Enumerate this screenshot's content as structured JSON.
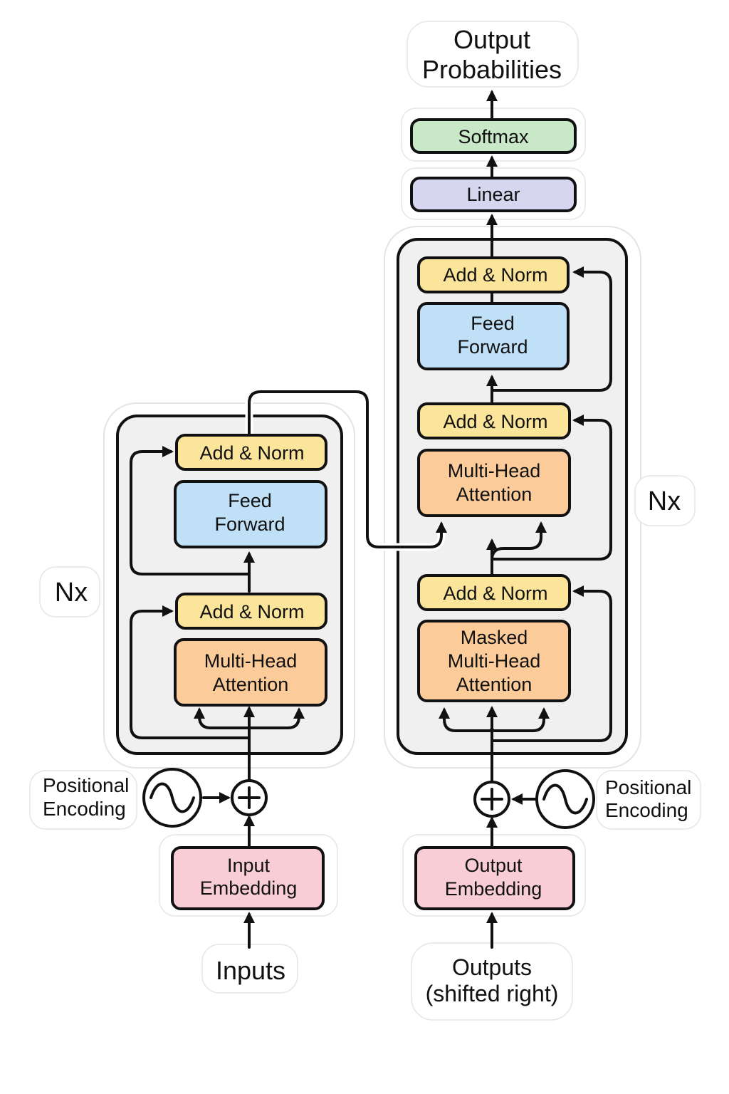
{
  "output": {
    "title_line1": "Output",
    "title_line2": "Probabilities"
  },
  "decoder_head": {
    "softmax": "Softmax",
    "linear": "Linear"
  },
  "decoder": {
    "add_norm_top": "Add & Norm",
    "feed_forward_line1": "Feed",
    "feed_forward_line2": "Forward",
    "add_norm_mid": "Add & Norm",
    "cross_attention_line1": "Multi-Head",
    "cross_attention_line2": "Attention",
    "add_norm_bottom": "Add & Norm",
    "masked_attention_line1": "Masked",
    "masked_attention_line2": "Multi-Head",
    "masked_attention_line3": "Attention",
    "repeat": "Nx"
  },
  "encoder": {
    "add_norm_top": "Add & Norm",
    "feed_forward_line1": "Feed",
    "feed_forward_line2": "Forward",
    "add_norm_bottom": "Add & Norm",
    "attention_line1": "Multi-Head",
    "attention_line2": "Attention",
    "repeat": "Nx"
  },
  "encoder_input": {
    "positional_line1": "Positional",
    "positional_line2": "Encoding",
    "embedding_line1": "Input",
    "embedding_line2": "Embedding",
    "label": "Inputs"
  },
  "decoder_input": {
    "positional_line1": "Positional",
    "positional_line2": "Encoding",
    "embedding_line1": "Output",
    "embedding_line2": "Embedding",
    "label_line1": "Outputs",
    "label_line2": "(shifted right)"
  },
  "colors": {
    "add_norm": "#fbe59a",
    "feed_forward": "#bfe0f6",
    "attention": "#fbcb99",
    "embedding": "#f8cdd6",
    "linear": "#d6d6f0",
    "softmax": "#c9e8c8",
    "stack_background": "#f0f0f0"
  },
  "icons": [
    "add-operator-icon",
    "sine-wave-icon",
    "arrow-icon"
  ]
}
